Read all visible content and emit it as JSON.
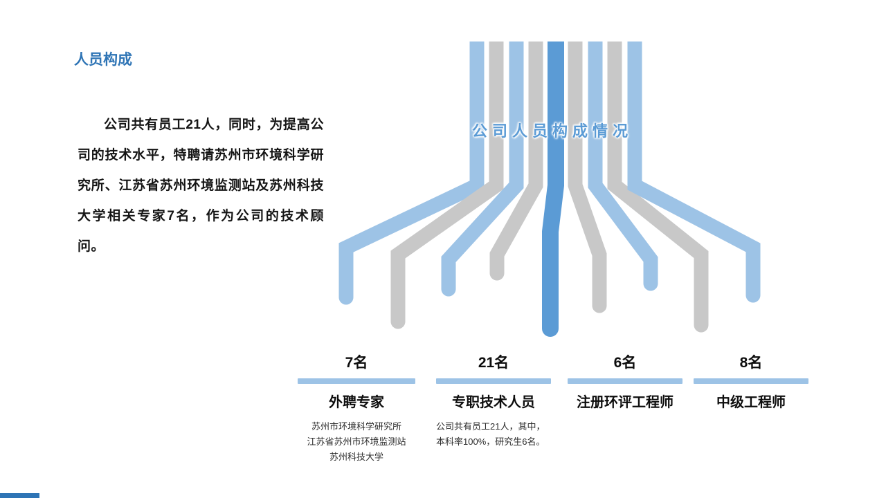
{
  "page": {
    "title": "人员构成",
    "intro": "公司共有员工21人，同时，为提高公司的技术水平，特聘请苏州市环境科学研究所、江苏省苏州环境监测站及苏州科技大学相关专家7名，作为公司的技术顾问。"
  },
  "chart": {
    "title": "公司人员构成情况",
    "palette": {
      "light_blue": "#9DC3E6",
      "gray": "#C8C8C8",
      "accent_blue": "#5B9BD5"
    }
  },
  "stats": [
    {
      "count": "7名",
      "label": "外聘专家",
      "desc": "苏州市环境科学研究所\n江苏省苏州市环境监测站\n苏州科技大学"
    },
    {
      "count": "21名",
      "label": "专职技术人员",
      "desc": "公司共有员工21人，其中，本科率100%，研究生6名。"
    },
    {
      "count": "6名",
      "label": "注册环评工程师",
      "desc": ""
    },
    {
      "count": "8名",
      "label": "中级工程师",
      "desc": ""
    }
  ]
}
